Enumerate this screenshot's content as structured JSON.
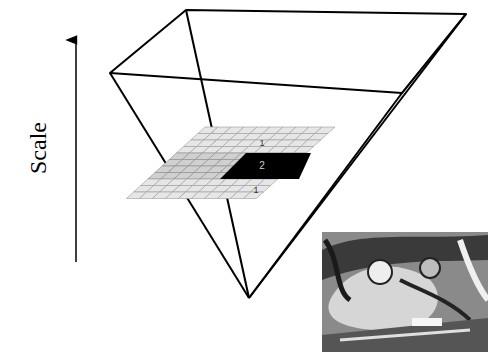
{
  "diagram": {
    "labels": [
      "Scale",
      "1",
      "2",
      "1"
    ]
  }
}
